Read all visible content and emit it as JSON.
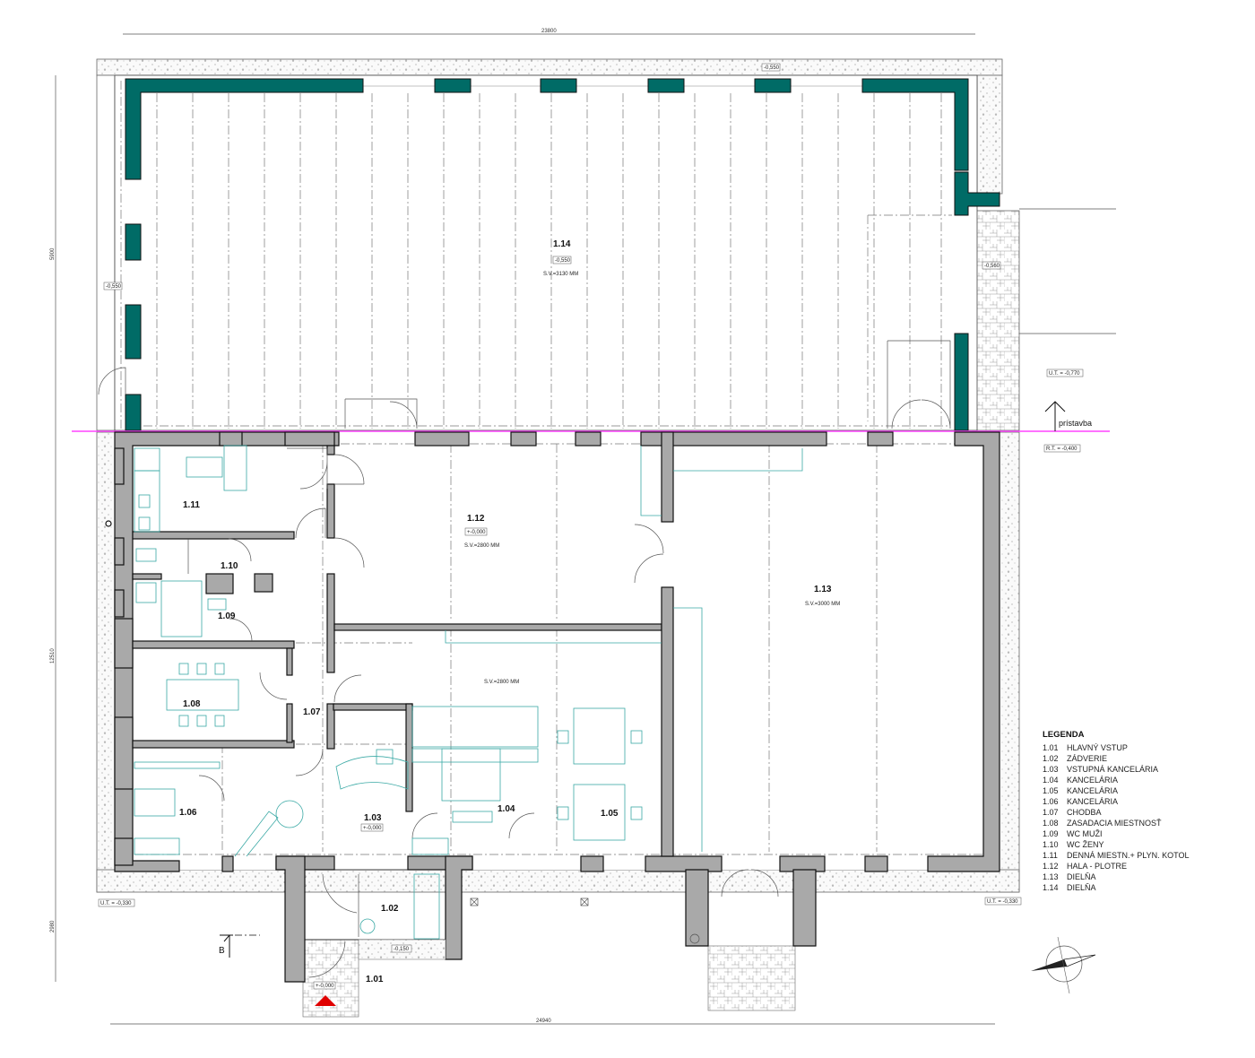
{
  "dimensions": {
    "top": "23800",
    "bottom": "24940",
    "left_upper": "5900",
    "left_middle": "12510",
    "left_lower": "2980"
  },
  "rooms": {
    "r101": "1.01",
    "r102": "1.02",
    "r103": "1.03",
    "r104": "1.04",
    "r105": "1.05",
    "r106": "1.06",
    "r107": "1.07",
    "r108": "1.08",
    "r109": "1.09",
    "r110": "1.10",
    "r111": "1.11",
    "r112": "1.12",
    "r113": "1.13",
    "r114": "1.14"
  },
  "elevations": {
    "hall_114": "-0,550",
    "top_edge": "-0,550",
    "left_edge": "-0,550",
    "right_paving": "-0,560",
    "hall_112": "+-0,000",
    "office_103": "+-0,000",
    "entrance": "+-0,000",
    "vestibule_step": "-0,150",
    "ut_right": "U.T. = -0,770",
    "rt_right": "R.T. = -0,400",
    "ut_bottom_left": "U.T. = -0,330",
    "ut_bottom_right": "U.T. = -0,330"
  },
  "clear_heights": {
    "hall_114": "S.V.=3130 MM",
    "hall_112": "S.V.=2800 MM",
    "hall_113": "S.V.=3000 MM",
    "office_105": "S.V.=2800 MM"
  },
  "annotations": {
    "extension": "prístavba",
    "section_mark": "B"
  },
  "legend": {
    "title": "LEGENDA",
    "items": [
      {
        "code": "1.01",
        "name": "HLAVNÝ VSTUP"
      },
      {
        "code": "1.02",
        "name": "ZÁDVERIE"
      },
      {
        "code": "1.03",
        "name": "VSTUPNÁ KANCELÁRIA"
      },
      {
        "code": "1.04",
        "name": "KANCELÁRIA"
      },
      {
        "code": "1.05",
        "name": "KANCELÁRIA"
      },
      {
        "code": "1.06",
        "name": "KANCELÁRIA"
      },
      {
        "code": "1.07",
        "name": "CHODBA"
      },
      {
        "code": "1.08",
        "name": "ZASADACIA MIESTNOSŤ"
      },
      {
        "code": "1.09",
        "name": "WC MUŽI"
      },
      {
        "code": "1.10",
        "name": "WC ŽENY"
      },
      {
        "code": "1.11",
        "name": "DENNÁ MIESTN.+ PLYN. KOTOL"
      },
      {
        "code": "1.12",
        "name": "HALA - PLOTRE"
      },
      {
        "code": "1.13",
        "name": "DIELŇA"
      },
      {
        "code": "1.14",
        "name": "DIELŇA"
      }
    ]
  },
  "colors": {
    "existing_wall": "#006b66",
    "new_wall": "#a9a9a9",
    "extension_line": "#ff44ff",
    "furniture": "#3aa9a5",
    "entrance_marker": "#e00000"
  }
}
